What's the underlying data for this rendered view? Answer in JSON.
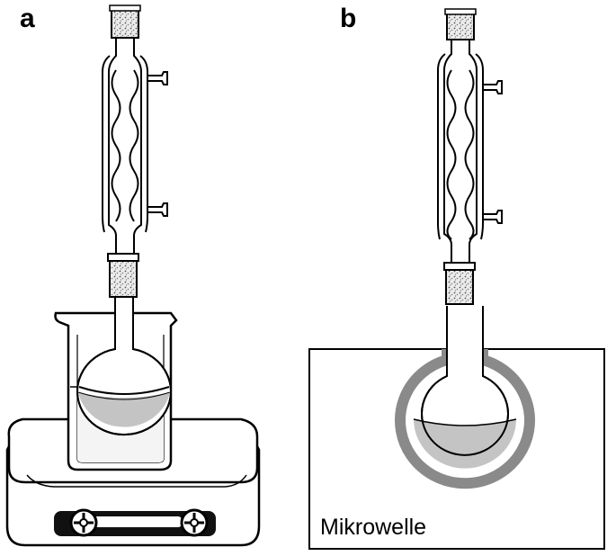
{
  "panels": {
    "a": {
      "letter": "a"
    },
    "b": {
      "letter": "b",
      "device_label": "Mikrowelle"
    }
  },
  "colors": {
    "ink": "#000000",
    "liquid": "#c4c4c4",
    "microwave_field": "#8a8a8a",
    "stopper_fill": "#d6d6d6",
    "background": "#ffffff"
  }
}
